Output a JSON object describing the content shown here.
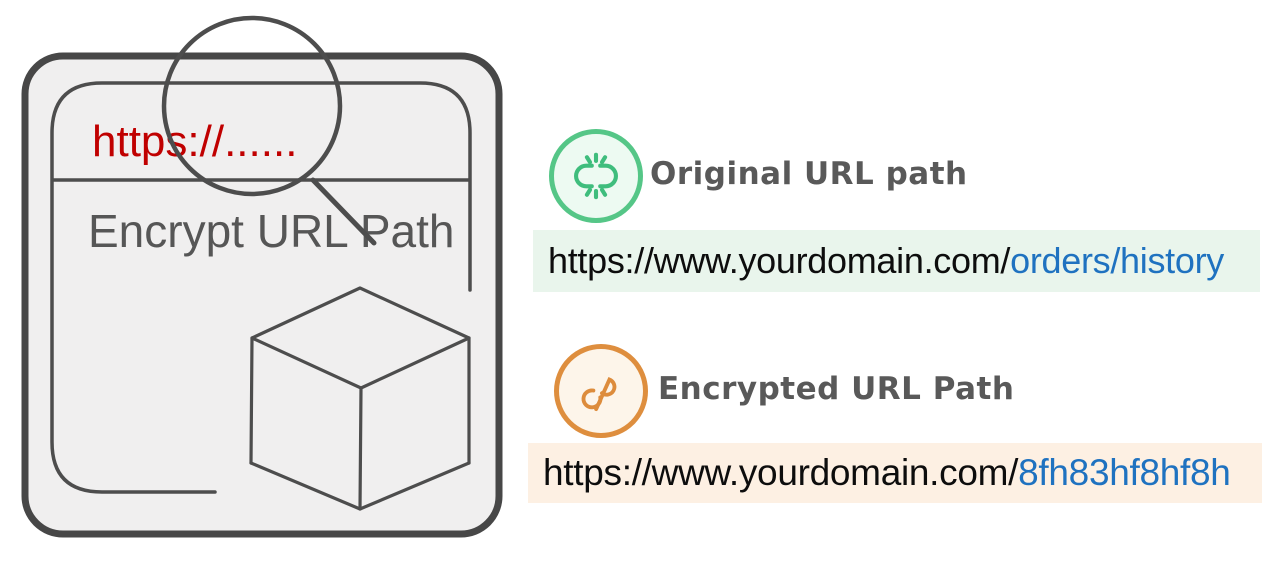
{
  "browser_card": {
    "address_text": "https://......",
    "address_color": "#c00000",
    "title": "Encrypt URL Path",
    "title_color": "#565656",
    "frame_stroke": "#474747",
    "fill": "#f0efef"
  },
  "legend": {
    "label_color": "#595959",
    "url_text_color": "#0d0d0d",
    "url_path_color": "#1f72c0",
    "original": {
      "label": "Original URL path",
      "icon": "broken-link-icon",
      "accent": "#55c687",
      "icon_bg": "#edfaf2",
      "url_prefix": "https://www.yourdomain.com/",
      "url_path": "orders/history",
      "box_bg": "#e9f5ec"
    },
    "encrypted": {
      "label": "Encrypted URL Path",
      "icon": "scrambled-link-icon",
      "accent": "#de8e3e",
      "icon_bg": "#fdf5ea",
      "url_prefix": "https://www.yourdomain.com/",
      "url_path": "8fh83hf8hf8h",
      "box_bg": "#fdf0e3"
    }
  }
}
